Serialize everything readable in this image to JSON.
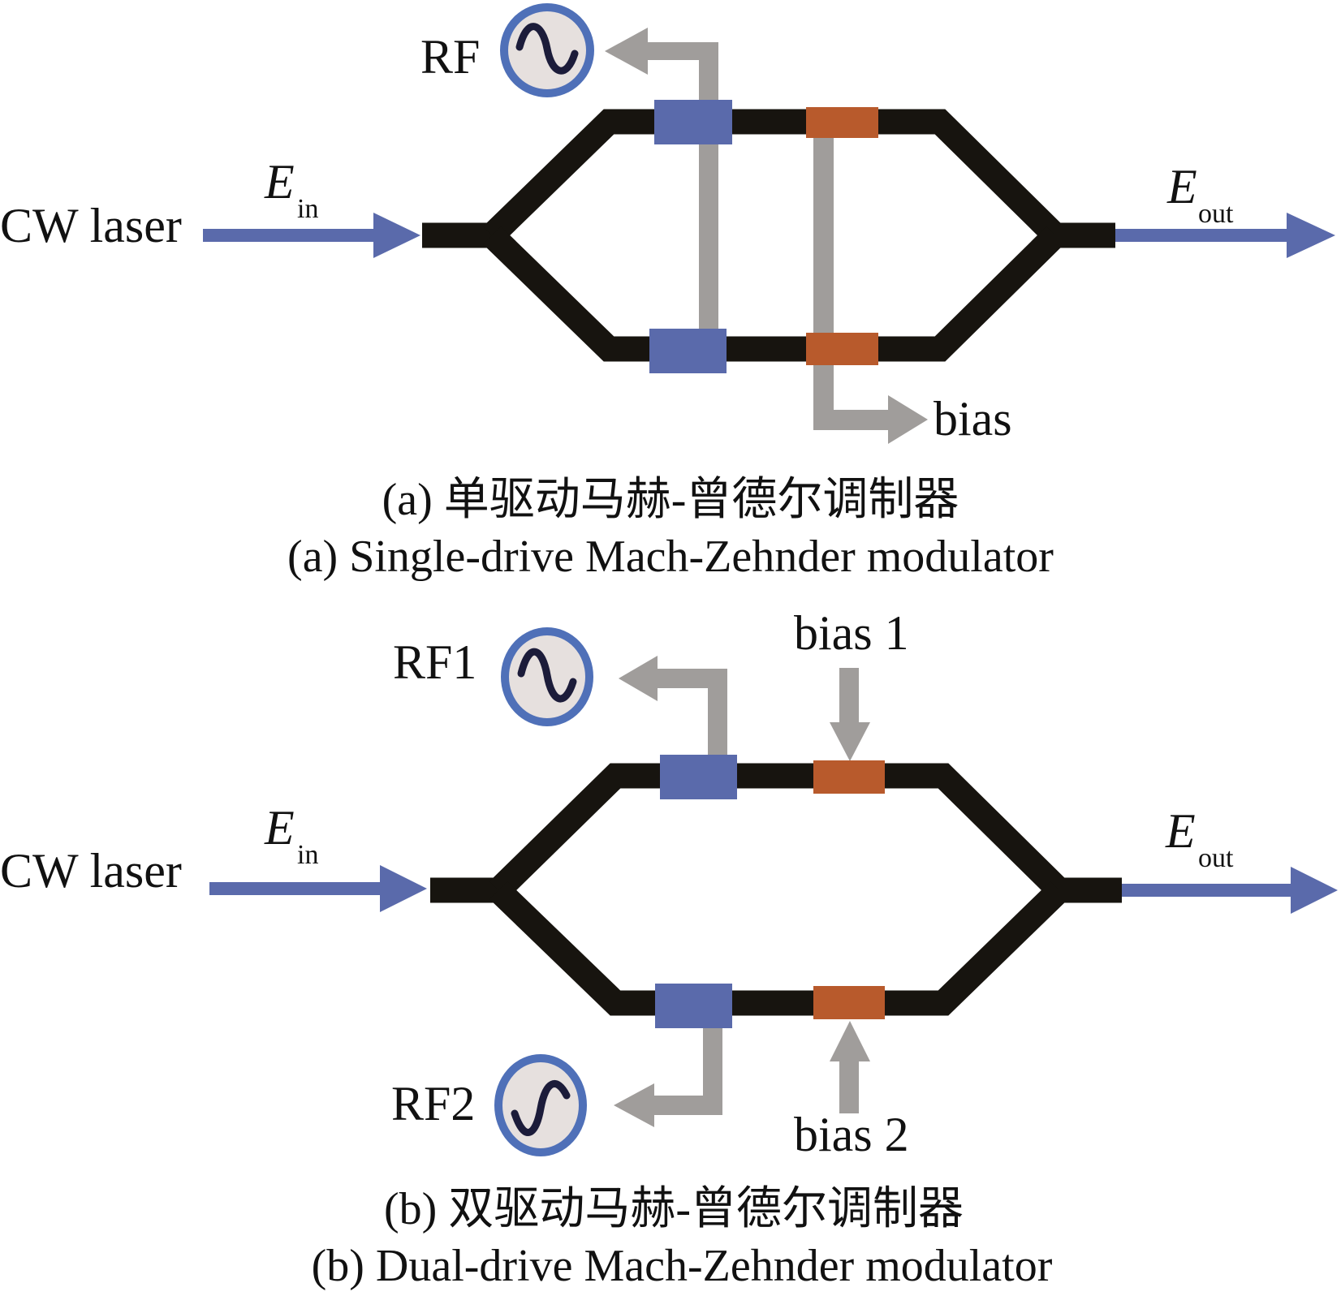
{
  "colors": {
    "waveguide": "#17140f",
    "rf_electrode": "#5a6aab",
    "bias_electrode": "#b85a2c",
    "signal_arrow": "#a09d9b",
    "optical_arrow": "#5a6aab",
    "source_ring": "#4f70b8",
    "source_fill": "#e6e0de",
    "sine_stroke": "#1c1c3a"
  },
  "panel_a": {
    "source_label": "CW laser",
    "input_field": "E",
    "input_sub": "in",
    "output_field": "E",
    "output_sub": "out",
    "rf_label": "RF",
    "bias_label": "bias",
    "caption_cn": "(a) 单驱动马赫-曾德尔调制器",
    "caption_en": "(a) Single-drive Mach-Zehnder modulator"
  },
  "panel_b": {
    "source_label": "CW laser",
    "input_field": "E",
    "input_sub": "in",
    "output_field": "E",
    "output_sub": "out",
    "rf1_label": "RF1",
    "rf2_label": "RF2",
    "bias1_label": "bias 1",
    "bias2_label": "bias 2",
    "caption_cn": "(b) 双驱动马赫-曾德尔调制器",
    "caption_en": "(b) Dual-drive Mach-Zehnder modulator"
  }
}
